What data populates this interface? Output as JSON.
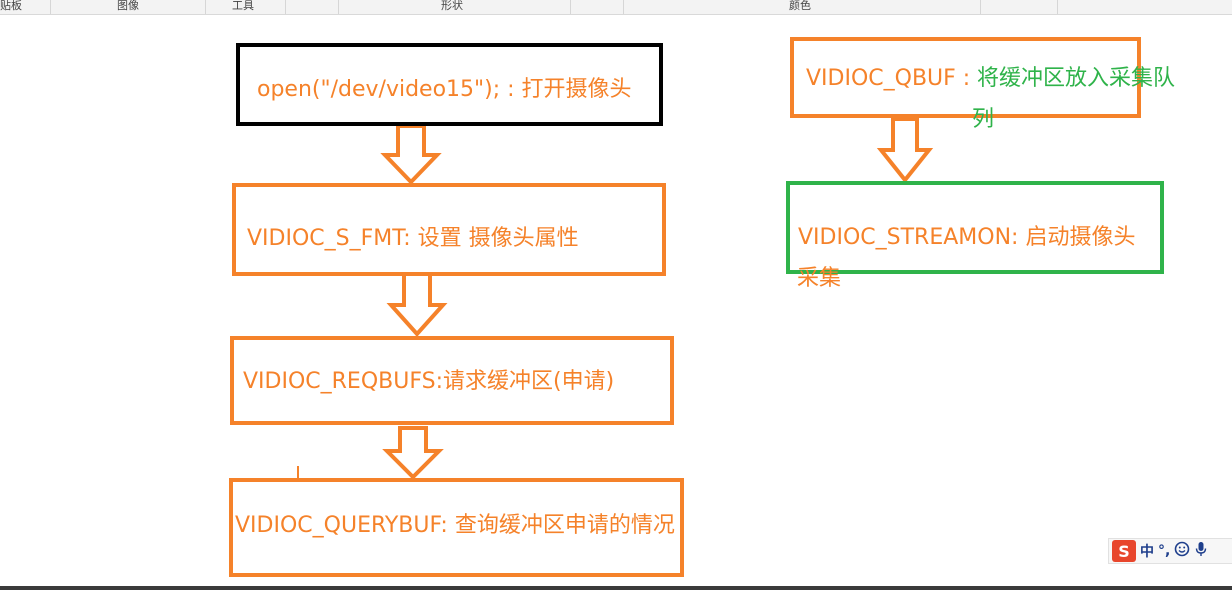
{
  "ribbon": {
    "labels": [
      "贴板",
      "图像",
      "工具",
      "形状",
      "颜色"
    ]
  },
  "flow": {
    "step1": "open(\"/dev/video15\"); : 打开摄像头",
    "step2": "VIDIOC_S_FMT: 设置 摄像头属性",
    "step3": "VIDIOC_REQBUFS:请求缓冲区(申请)",
    "step4": "VIDIOC_QUERYBUF: 查询缓冲区申请的情况",
    "qbuf_prefix": "VIDIOC_QBUF :",
    "qbuf_text_1": "将缓冲区放入采集队",
    "qbuf_text_2": "列",
    "streamon_line1": "VIDIOC_STREAMON: 启动摄像头",
    "streamon_line2": "采集"
  },
  "colors": {
    "orange": "#f5822a",
    "green": "#2fb34a",
    "black": "#000000"
  },
  "ime": {
    "logo": "S",
    "mode": "中",
    "punct": "°,",
    "emoji_icon": "smiley-icon",
    "mic_icon": "microphone-icon"
  }
}
